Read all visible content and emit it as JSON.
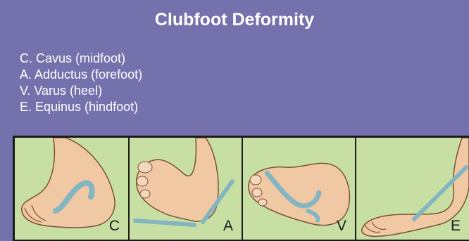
{
  "title": "Clubfoot Deformity",
  "items": [
    "C. Cavus (midfoot)",
    "A. Adductus (forefoot)",
    "V. Varus (heel)",
    "E. Equinus (hindfoot)"
  ],
  "panels": [
    {
      "letter": "C"
    },
    {
      "letter": "A"
    },
    {
      "letter": "V"
    },
    {
      "letter": "E"
    }
  ],
  "colors": {
    "background": "#7471ad",
    "panel": "#c8dfa3",
    "skin": "#f0c9a4",
    "indicator": "#86b8c4"
  }
}
